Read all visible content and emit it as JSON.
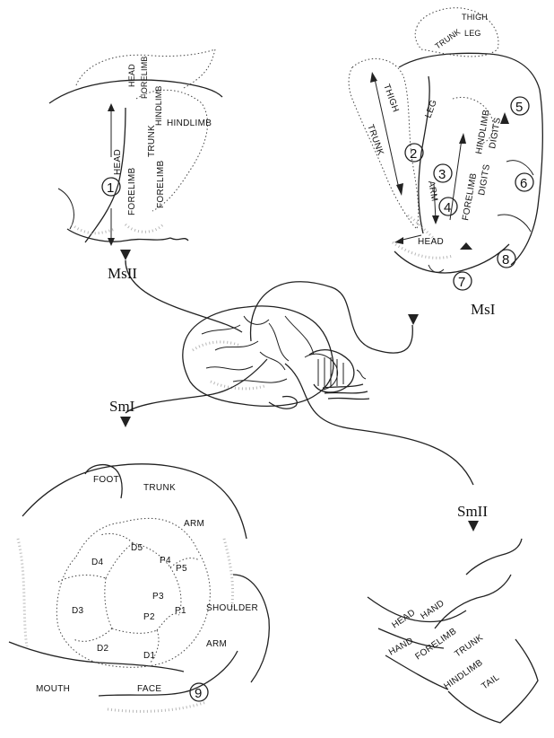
{
  "panel_ms2": {
    "name": "MsII",
    "number": "1",
    "labels": {
      "head_top": "HEAD",
      "forelimb_top": "FORELIMB",
      "hindlimb_top": "HINDLIMB",
      "trunk": "TRUNK",
      "hindlimb": "HINDLIMB",
      "head": "HEAD",
      "forelimb_a": "FORELIMB",
      "forelimb_b": "FORELIMB"
    }
  },
  "panel_ms1": {
    "name": "MsI",
    "numbers": [
      "2",
      "3",
      "4",
      "5",
      "6",
      "7",
      "8"
    ],
    "labels": {
      "trunk_top": "TRUNK",
      "thigh_top": "THIGH",
      "leg_top": "LEG",
      "thigh": "THIGH",
      "trunk": "TRUNK",
      "leg": "LEG",
      "arm": "ARM",
      "hindlimb": "HINDLIMB",
      "digits_a": "DIGITS",
      "forelimb": "FORELIMB",
      "digits_b": "DIGITS",
      "head": "HEAD"
    }
  },
  "panel_sm1": {
    "name": "SmI",
    "number": "9",
    "labels": {
      "foot": "FOOT",
      "trunk": "TRUNK",
      "arm_top": "ARM",
      "d5": "D5",
      "d4": "D4",
      "p4": "P4",
      "p5": "P5",
      "p3": "P3",
      "d3": "D3",
      "p2": "P2",
      "p1": "P1",
      "shoulder": "SHOULDER",
      "d2": "D2",
      "d1": "D1",
      "arm_bottom": "ARM",
      "mouth": "MOUTH",
      "face": "FACE"
    }
  },
  "panel_sm2": {
    "name": "SmII",
    "labels": {
      "head": "HEAD",
      "hand_a": "HAND",
      "hand_b": "HAND",
      "forelimb": "FORELIMB",
      "trunk": "TRUNK",
      "hindlimb": "HINDLIMB",
      "tail": "TAIL"
    }
  }
}
